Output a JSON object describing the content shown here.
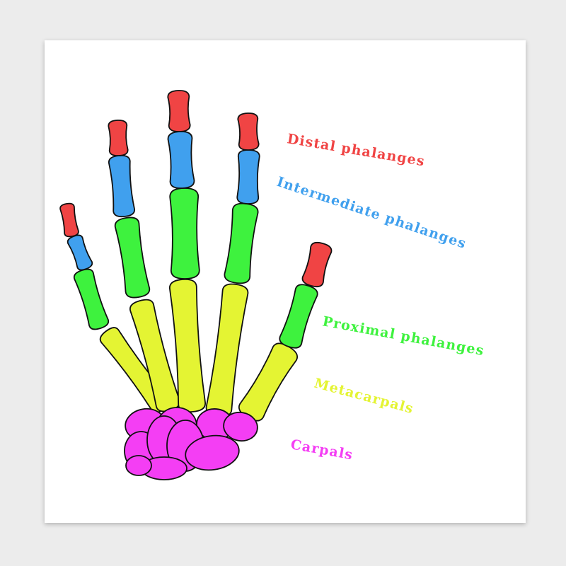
{
  "labels": {
    "distal": "Distal phalanges",
    "intermediate": "Intermediate phalanges",
    "proximal": "Proximal phalanges",
    "metacarpals": "Metacarpals",
    "carpals": "Carpals"
  },
  "colors": {
    "distal": "#f04444",
    "intermediate": "#40a0ee",
    "proximal": "#3ef23e",
    "metacarpals": "#e4f433",
    "carpals": "#f43ef4",
    "outline": "#111111"
  }
}
